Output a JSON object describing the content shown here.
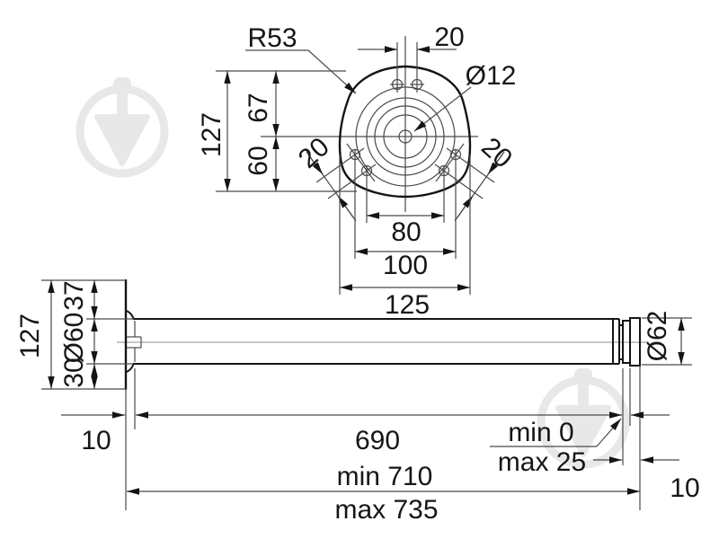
{
  "drawing": {
    "kind": "technical-dimension-drawing",
    "subject": "adjustable table leg with triangular mounting plate",
    "style": {
      "line_color": "#141414",
      "thin_line_color": "#4a4a4a",
      "text_color": "#161616",
      "watermark_color": "#e8e8e8",
      "background": "#ffffff"
    },
    "top_view": {
      "radius_label": "R53",
      "top_hole_spacing": "20",
      "center_hole_dia": "Ø12",
      "overall_height": "127",
      "upper_height": "67",
      "lower_height": "60",
      "diag_spacing_left": "20",
      "diag_spacing_right": "20",
      "span_inner": "80",
      "span_mid": "100",
      "plate_width": "125"
    },
    "side_view": {
      "plate_height": "127",
      "upper_offset": "37",
      "tube_dia": "Ø60",
      "lower_offset": "30",
      "foot_dia": "Ø62",
      "plate_thickness": "10",
      "tube_length": "690",
      "adjust_min": "min 0",
      "adjust_max": "max 25",
      "overall_min": "min 710",
      "overall_max": "max 735",
      "cap_thickness": "10"
    }
  }
}
